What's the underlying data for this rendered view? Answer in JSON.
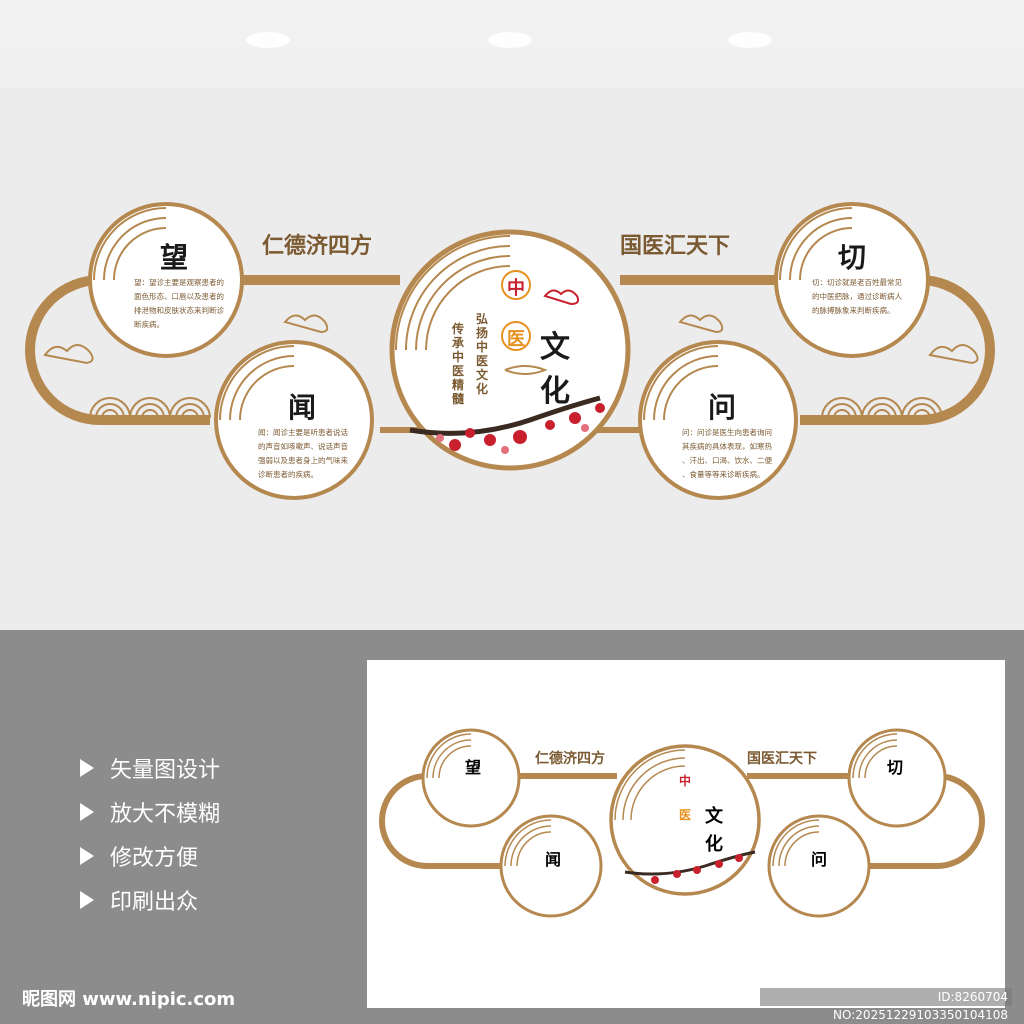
{
  "wall": {
    "slogan_left": "仁德济四方",
    "slogan_right": "国医汇天下",
    "center": {
      "zhong": "中",
      "yi": "医",
      "wen": "文",
      "hua": "化",
      "vertical_1": "弘扬中医文化",
      "vertical_2": "传承中医精髓"
    },
    "circles": [
      {
        "id": "wang",
        "title": "望",
        "lines": [
          "望：望诊主要是观察患者的",
          "面色形态、口唇以及患者的",
          "排泄物和皮肤状态来判断诊",
          "断疾病。"
        ]
      },
      {
        "id": "wen2",
        "title": "闻",
        "lines": [
          "闻：闻诊主要是听患者说话",
          "的声音如咳嗽声、说话声音",
          "强弱以及患者身上的气味来",
          "诊断患者的疾病。"
        ]
      },
      {
        "id": "wen3",
        "title": "问",
        "lines": [
          "问：问诊是医生向患者询问",
          "其疾病的具体表现，如寒热",
          "、汗出、口渴、饮水、二便",
          "、食量等等来诊断疾病。"
        ]
      },
      {
        "id": "qie",
        "title": "切",
        "lines": [
          "切：切诊就是老百姓最常见",
          "的中医把脉，通过诊断病人",
          "的脉搏脉象来判断疾病。"
        ]
      }
    ],
    "colors": {
      "brown": "#b5884f",
      "text": "#7b5a32",
      "red": "#c8202d",
      "orange": "#e6901e"
    }
  },
  "features": [
    "矢量图设计",
    "放大不模糊",
    "修改方便",
    "印刷出众"
  ],
  "footer": {
    "logo": "昵图网 www.nipic.com",
    "id_text": "ID:8260704 NO:20251229103350104108"
  }
}
